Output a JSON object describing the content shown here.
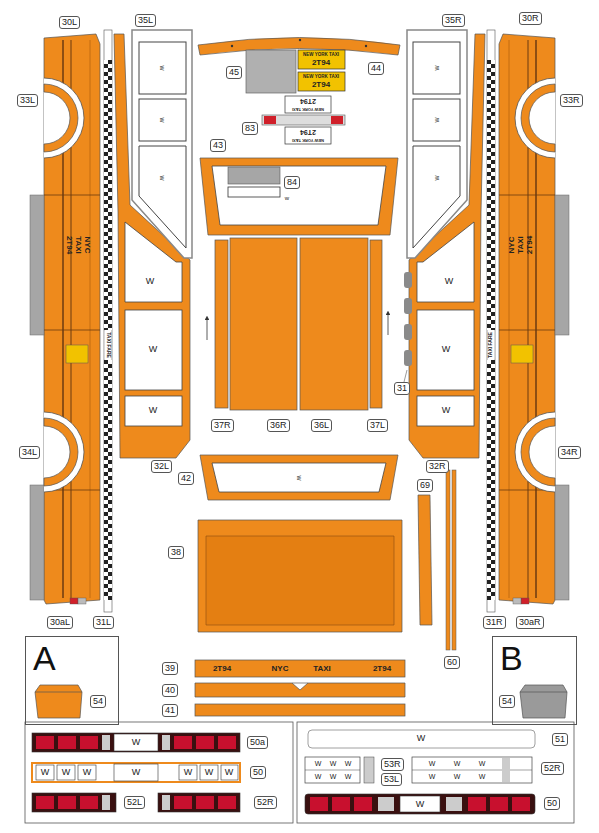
{
  "diagram": {
    "nodes": [
      {
        "text": [
          "30L"
        ]
      },
      {
        "text": [
          "35L"
        ]
      },
      {
        "text": [
          "45"
        ]
      },
      {
        "text": [
          "44"
        ]
      },
      {
        "text": [
          "35R"
        ]
      },
      {
        "text": [
          "30R"
        ]
      },
      {
        "text": [
          "33L"
        ]
      },
      {
        "text": [
          "33R"
        ]
      },
      {
        "text": [
          "83"
        ]
      },
      {
        "text": [
          "43"
        ]
      },
      {
        "text": [
          "84"
        ]
      },
      {
        "text": [
          "31"
        ]
      },
      {
        "text": [
          "37R"
        ]
      },
      {
        "text": [
          "36R"
        ]
      },
      {
        "text": [
          "36L"
        ]
      },
      {
        "text": [
          "37L"
        ]
      },
      {
        "text": [
          "32L"
        ]
      },
      {
        "text": [
          "32R"
        ]
      },
      {
        "text": [
          "34L"
        ]
      },
      {
        "text": [
          "34R"
        ]
      },
      {
        "text": [
          "42"
        ]
      },
      {
        "text": [
          "69"
        ]
      },
      {
        "text": [
          "38"
        ]
      },
      {
        "text": [
          "30aL"
        ]
      },
      {
        "text": [
          "31L"
        ]
      },
      {
        "text": [
          "31R"
        ]
      },
      {
        "text": [
          "30aR"
        ]
      },
      {
        "text": [
          "60"
        ]
      },
      {
        "text": [
          "39"
        ]
      },
      {
        "text": [
          "40"
        ]
      },
      {
        "text": [
          "41"
        ]
      },
      {
        "text": [
          "A"
        ]
      },
      {
        "text": [
          "54"
        ],
        "in": 31
      },
      {
        "text": [
          "B"
        ]
      },
      {
        "text": [
          "54"
        ],
        "in": 33
      },
      {
        "text": [
          "50a"
        ]
      },
      {
        "text": [
          "50"
        ]
      },
      {
        "text": [
          "52L"
        ]
      },
      {
        "text": [
          "52R"
        ]
      },
      {
        "text": [
          "51"
        ]
      },
      {
        "text": [
          "53R"
        ]
      },
      {
        "text": [
          "52R"
        ]
      },
      {
        "text": [
          "53L"
        ]
      },
      {
        "text": [
          "50"
        ]
      }
    ],
    "labels": [
      "NEW YORK TAXI",
      "2T94",
      "NEW YORK TAXI",
      "2T94",
      "NEW YORK TAXI",
      "2T94",
      "NEW YORK TAXI",
      "2T94",
      "NYC TAXI 2T94",
      "TAXI FARE",
      "NYC TAXI 2T94",
      "TAXI FARE",
      "2T94",
      "NYC",
      "TAXI",
      "2T94",
      "w",
      "w",
      "w",
      "w",
      "w",
      "w",
      "w",
      "W",
      "W",
      "W",
      "W",
      "W",
      "W",
      "w",
      "W",
      "W",
      "W",
      "W",
      "W",
      "W",
      "W",
      "W",
      "W",
      "W",
      "W",
      "W",
      "W",
      "W",
      "W",
      "W",
      "W",
      "W",
      "W",
      "W",
      "W",
      "W"
    ]
  }
}
